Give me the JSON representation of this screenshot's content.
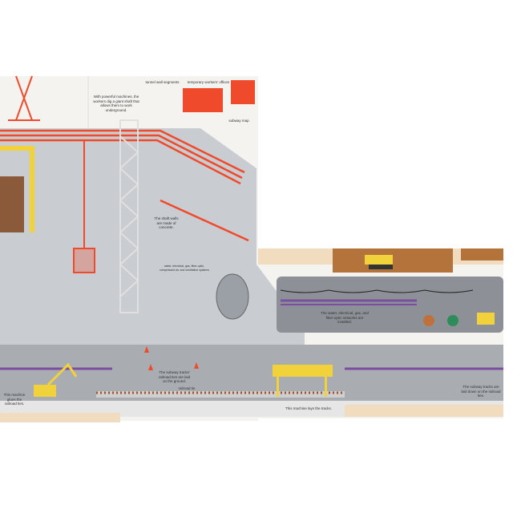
{
  "illustration": {
    "colors": {
      "concrete": "#c9ccd0",
      "tunnel": "#8d9096",
      "orange_stripe": "#ef4a2b",
      "purple_pipe": "#7b4fa0",
      "machine_yellow": "#f2d23a",
      "soil": "#b3733a",
      "sand": "#f1dcc0",
      "paper": "#f4f3f0"
    },
    "captions": {
      "shaft_intro": "With powerful machines, the workers dig a giant shaft that allows them to work underground.",
      "segments": "tunnel wall segments",
      "offices": "temporary workers' offices",
      "map": "subway map",
      "shaft_walls": "The shaft walls are made of concrete.",
      "networks_small": "water, electrical, gas, fiber-optic, compressed air, and ventilation systems",
      "networks": "The water, electrical, gas, and fiber-optic networks are installed.",
      "ties_laid": "The subway tracks' railroad ties are laid on the ground.",
      "tie_label": "railroad tie",
      "glue_machine": "This machine glues the railroad ties.",
      "lay_machine": "This machine lays the tracks.",
      "tracks_laid": "The subway tracks are laid down on the railroad ties."
    }
  }
}
